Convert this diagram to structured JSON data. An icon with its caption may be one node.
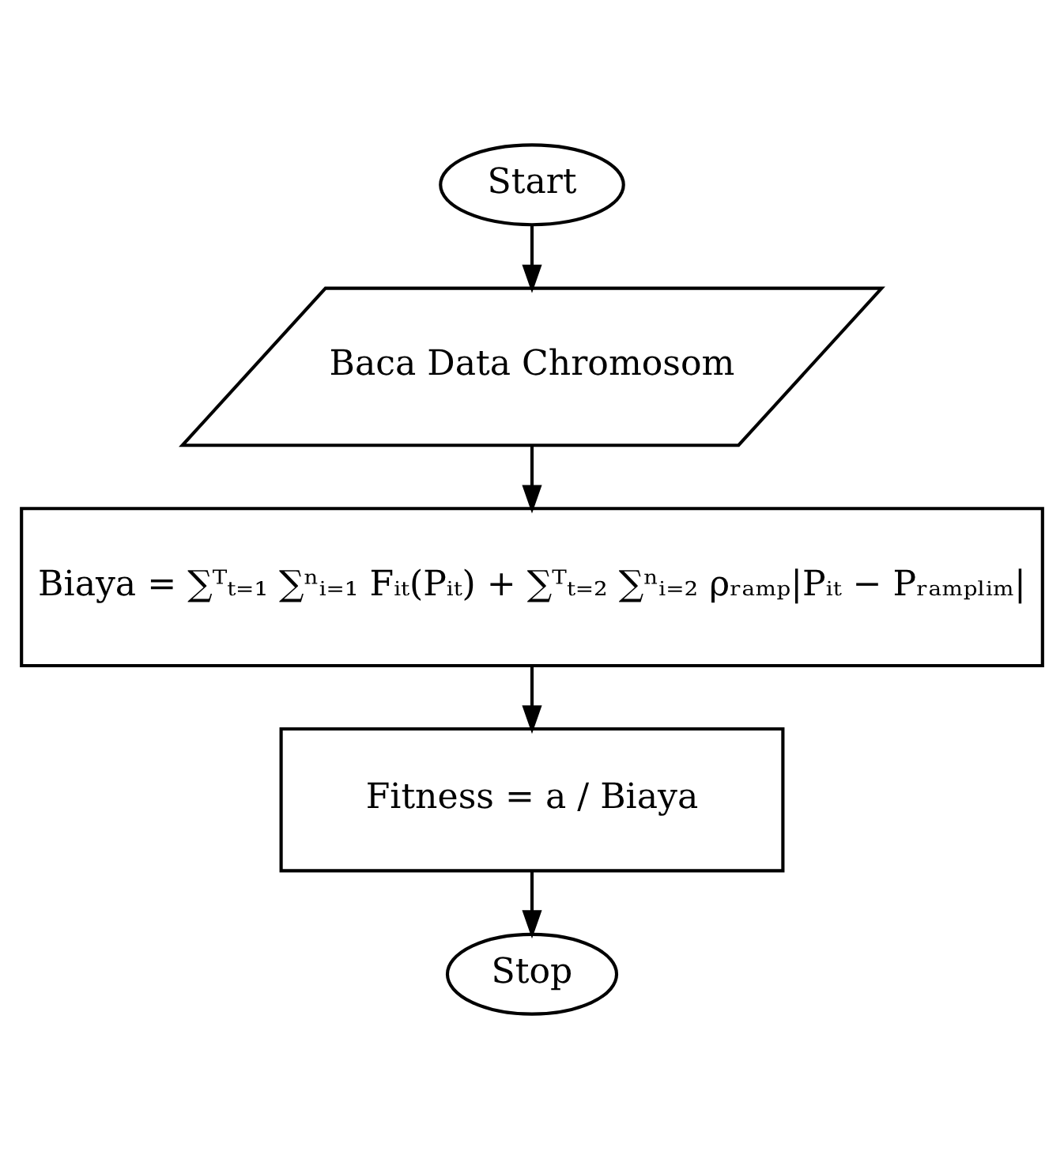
{
  "diagram": {
    "nodes": [
      {
        "text": [
          "Start"
        ]
      },
      {
        "text": [
          "Baca Data Chromosom"
        ]
      },
      {
        "text": [
          "Biaya = ∑ᵀₜ₌₁ ∑ⁿᵢ₌₁ Fᵢₜ(Pᵢₜ) + ∑ᵀₜ₌₂ ∑ⁿᵢ₌₂ ρᵣₐₘₚ|Pᵢₜ − Pᵣₐₘₚₗᵢₘ|"
        ]
      },
      {
        "text": [
          "Fitness = a / Biaya"
        ]
      },
      {
        "text": [
          "Stop"
        ]
      }
    ],
    "edges": [
      {
        "from": 0,
        "to": 1,
        "arrow": "to"
      },
      {
        "from": 1,
        "to": 2,
        "arrow": "to"
      },
      {
        "from": 2,
        "to": 3,
        "arrow": "to"
      },
      {
        "from": 3,
        "to": 4,
        "arrow": "to"
      }
    ]
  }
}
